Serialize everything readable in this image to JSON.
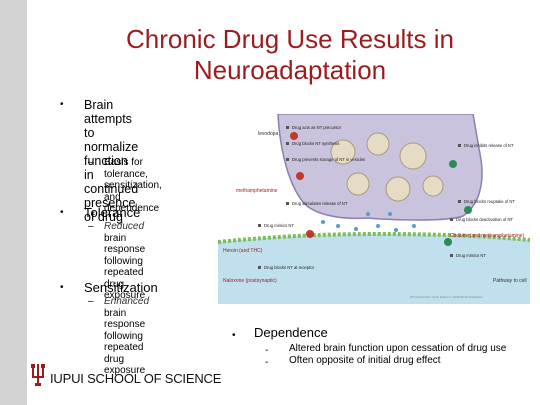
{
  "slide": {
    "title_line1": "Chronic Drug Use Results in",
    "title_line2": "Neuroadaptation"
  },
  "bullets": {
    "b1": {
      "lines": [
        "Brain attempts to",
        "normalize function in",
        "continued presence",
        "of drug"
      ],
      "sub": [
        "Basis for tolerance,",
        "sensitization, and",
        "dependence"
      ]
    },
    "b2": {
      "heading": "Tolerance",
      "sub_em": "Reduced",
      "sub_lines": [
        " brain",
        "response following",
        "repeated drug",
        "exposure"
      ]
    },
    "b3": {
      "heading": "Sensitization",
      "sub_em": "Enhanced",
      "sub_lines": [
        " brain",
        "response following",
        "repeated drug",
        "exposure"
      ]
    },
    "b4": {
      "heading": "Dependence",
      "items": [
        "Altered brain function upon cessation of drug use",
        "Often opposite of initial drug effect"
      ]
    }
  },
  "figure": {
    "labels": {
      "levodopa": "levodopa",
      "methamphetamine": "methamphetamine",
      "heroin": "Heroin (and THC)",
      "naloxone": "Naloxone (postsynaptic)",
      "cocaine": "Cocaine (and methamphetamine)",
      "pathway": "Pathway to cell"
    },
    "steps": [
      "Drug acts as NT precursor",
      "Drug blocks NT synthesis",
      "Drug prevents storage of NT in vesicles",
      "Drug stimulates release of NT",
      "Drug inhibits release of NT",
      "Drug mimics NT",
      "Drug blocks NT at receptor",
      "Drug blocks reuptake of NT",
      "Drug blocks deactivation of NT",
      "Drug mimics NT"
    ],
    "credit": "PSYCHOLOGY, Sixth Edition © 2008 Worth Publishers"
  },
  "footer": {
    "logo_text": "IUPUI SCHOOL OF SCIENCE"
  },
  "colors": {
    "title": "#9b1c1f",
    "rail": "#d3d3d3",
    "neuron": "#c9c3de",
    "vesicle": "#e6dcc6",
    "cleft": "#bfe0ec",
    "receptor": "#7fbc58"
  }
}
